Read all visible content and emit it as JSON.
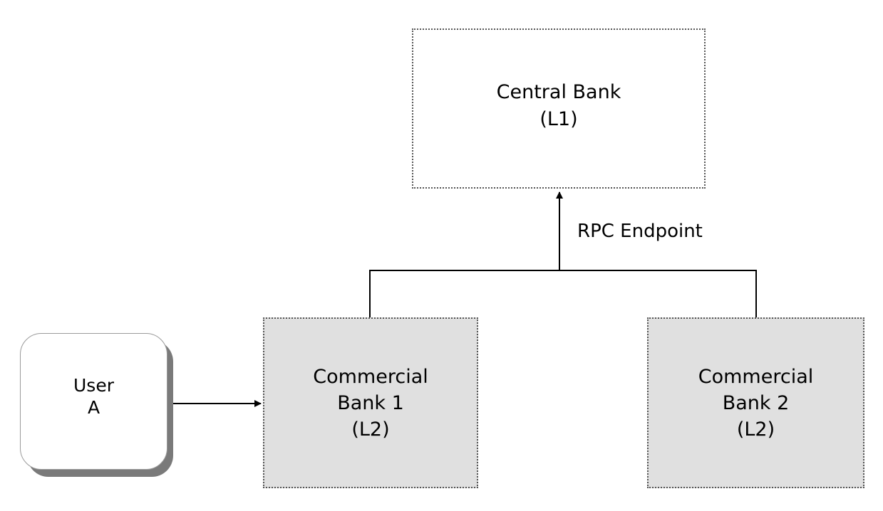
{
  "diagram": {
    "nodes": {
      "central_bank": {
        "line1": "Central Bank",
        "line2": "(L1)"
      },
      "commercial_bank_1": {
        "line1": "Commercial",
        "line2": "Bank 1",
        "line3": "(L2)"
      },
      "commercial_bank_2": {
        "line1": "Commercial",
        "line2": "Bank 2",
        "line3": "(L2)"
      },
      "user_a": {
        "line1": "User",
        "line2": "A"
      }
    },
    "edges": {
      "rpc": {
        "label": "RPC Endpoint"
      }
    },
    "colors": {
      "bank_fill": "#e0e0e0",
      "line": "#000000",
      "dotted_border": "#555555",
      "shadow": "#7a7a7a"
    }
  }
}
